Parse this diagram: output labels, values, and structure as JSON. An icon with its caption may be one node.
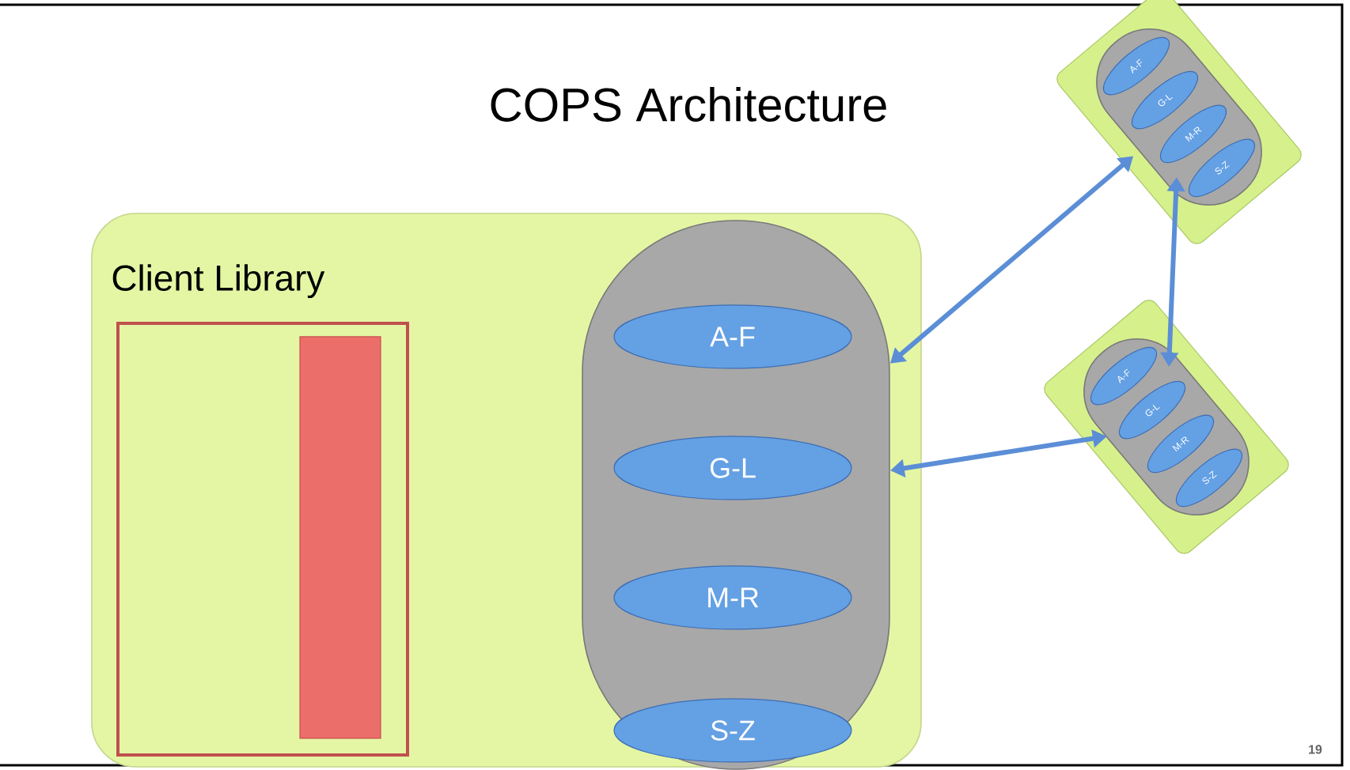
{
  "diagram": {
    "title": "COPS Architecture",
    "nodes": [
      {
        "text": [
          "Client Library"
        ]
      },
      {
        "text": [],
        "shape": "box",
        "in": 0
      },
      {
        "text": [],
        "shape": "bar",
        "in": 1
      },
      {
        "text": [],
        "shape": "box",
        "in": 0
      },
      {
        "text": [
          "A-F"
        ],
        "in": 3
      },
      {
        "text": [
          "G-L"
        ],
        "in": 3
      },
      {
        "text": [
          "M-R"
        ],
        "in": 3
      },
      {
        "text": [
          "S-Z"
        ],
        "in": 3
      },
      {
        "text": [],
        "shape": "box"
      },
      {
        "text": [],
        "shape": "box",
        "in": 8
      },
      {
        "text": [
          "A-F"
        ],
        "in": 9
      },
      {
        "text": [
          "G-L"
        ],
        "in": 9
      },
      {
        "text": [
          "M-R"
        ],
        "in": 9
      },
      {
        "text": [
          "S-Z"
        ],
        "in": 9
      },
      {
        "text": [],
        "shape": "box"
      },
      {
        "text": [],
        "shape": "box",
        "in": 14
      },
      {
        "text": [
          "A-F"
        ],
        "in": 15
      },
      {
        "text": [
          "G-L"
        ],
        "in": 15
      },
      {
        "text": [
          "M-R"
        ],
        "in": 15
      },
      {
        "text": [
          "S-Z"
        ],
        "in": 15
      }
    ],
    "edges": [
      {
        "from": 3,
        "to": 9,
        "arrow": "both"
      },
      {
        "from": 3,
        "to": 15,
        "arrow": "both"
      },
      {
        "from": 9,
        "to": 15,
        "arrow": "both"
      }
    ],
    "labels": [
      "19"
    ]
  }
}
